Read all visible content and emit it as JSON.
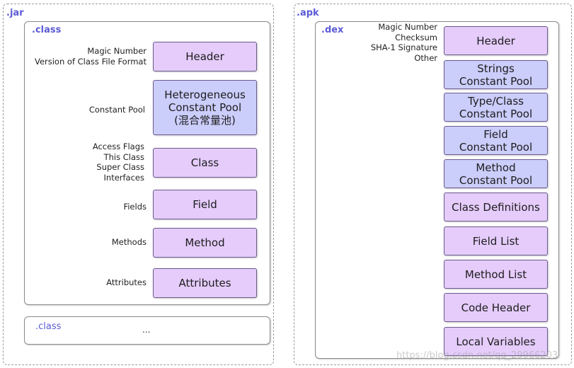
{
  "jar": {
    "label": ".jar",
    "class_label": ".class",
    "rows": [
      {
        "labels": [
          "Magic Number",
          "Version of Class File Format"
        ],
        "box": "Header",
        "color": "#e5ccfb"
      },
      {
        "labels": [
          "Constant Pool"
        ],
        "box": "Heterogeneous\nConstant Pool\n(混合常量池)",
        "color": "#cbcdfb"
      },
      {
        "labels": [
          "Access Flags",
          "This Class",
          "Super Class",
          "Interfaces"
        ],
        "box": "Class",
        "color": "#e5ccfb"
      },
      {
        "labels": [
          "Fields"
        ],
        "box": "Field",
        "color": "#e5ccfb"
      },
      {
        "labels": [
          "Methods"
        ],
        "box": "Method",
        "color": "#e5ccfb"
      },
      {
        "labels": [
          "Attributes"
        ],
        "box": "Attributes",
        "color": "#e5ccfb"
      }
    ],
    "second_class_label": ".class",
    "ellipsis": "..."
  },
  "apk": {
    "label": ".apk",
    "dex_label": ".dex",
    "header_labels": [
      "Magic Number",
      "Checksum",
      "SHA-1 Signature",
      "Other"
    ],
    "boxes": [
      {
        "text": "Header",
        "color": "#e5ccfb"
      },
      {
        "text": "Strings\nConstant Pool",
        "color": "#cbcdfb"
      },
      {
        "text": "Type/Class\nConstant Pool",
        "color": "#cbcdfb"
      },
      {
        "text": "Field\nConstant Pool",
        "color": "#cbcdfb"
      },
      {
        "text": "Method\nConstant Pool",
        "color": "#cbcdfb"
      },
      {
        "text": "Class Definitions",
        "color": "#e5ccfb"
      },
      {
        "text": "Field List",
        "color": "#e5ccfb"
      },
      {
        "text": "Method List",
        "color": "#e5ccfb"
      },
      {
        "text": "Code Header",
        "color": "#e5ccfb"
      },
      {
        "text": "Local Variables",
        "color": "#e5ccfb"
      }
    ]
  },
  "watermark": "https://blog.csdn.net/qq_29966203",
  "colors": {
    "purple": "#e5ccfb",
    "blue": "#cbcdfb",
    "tag": "#5b5bd6"
  }
}
